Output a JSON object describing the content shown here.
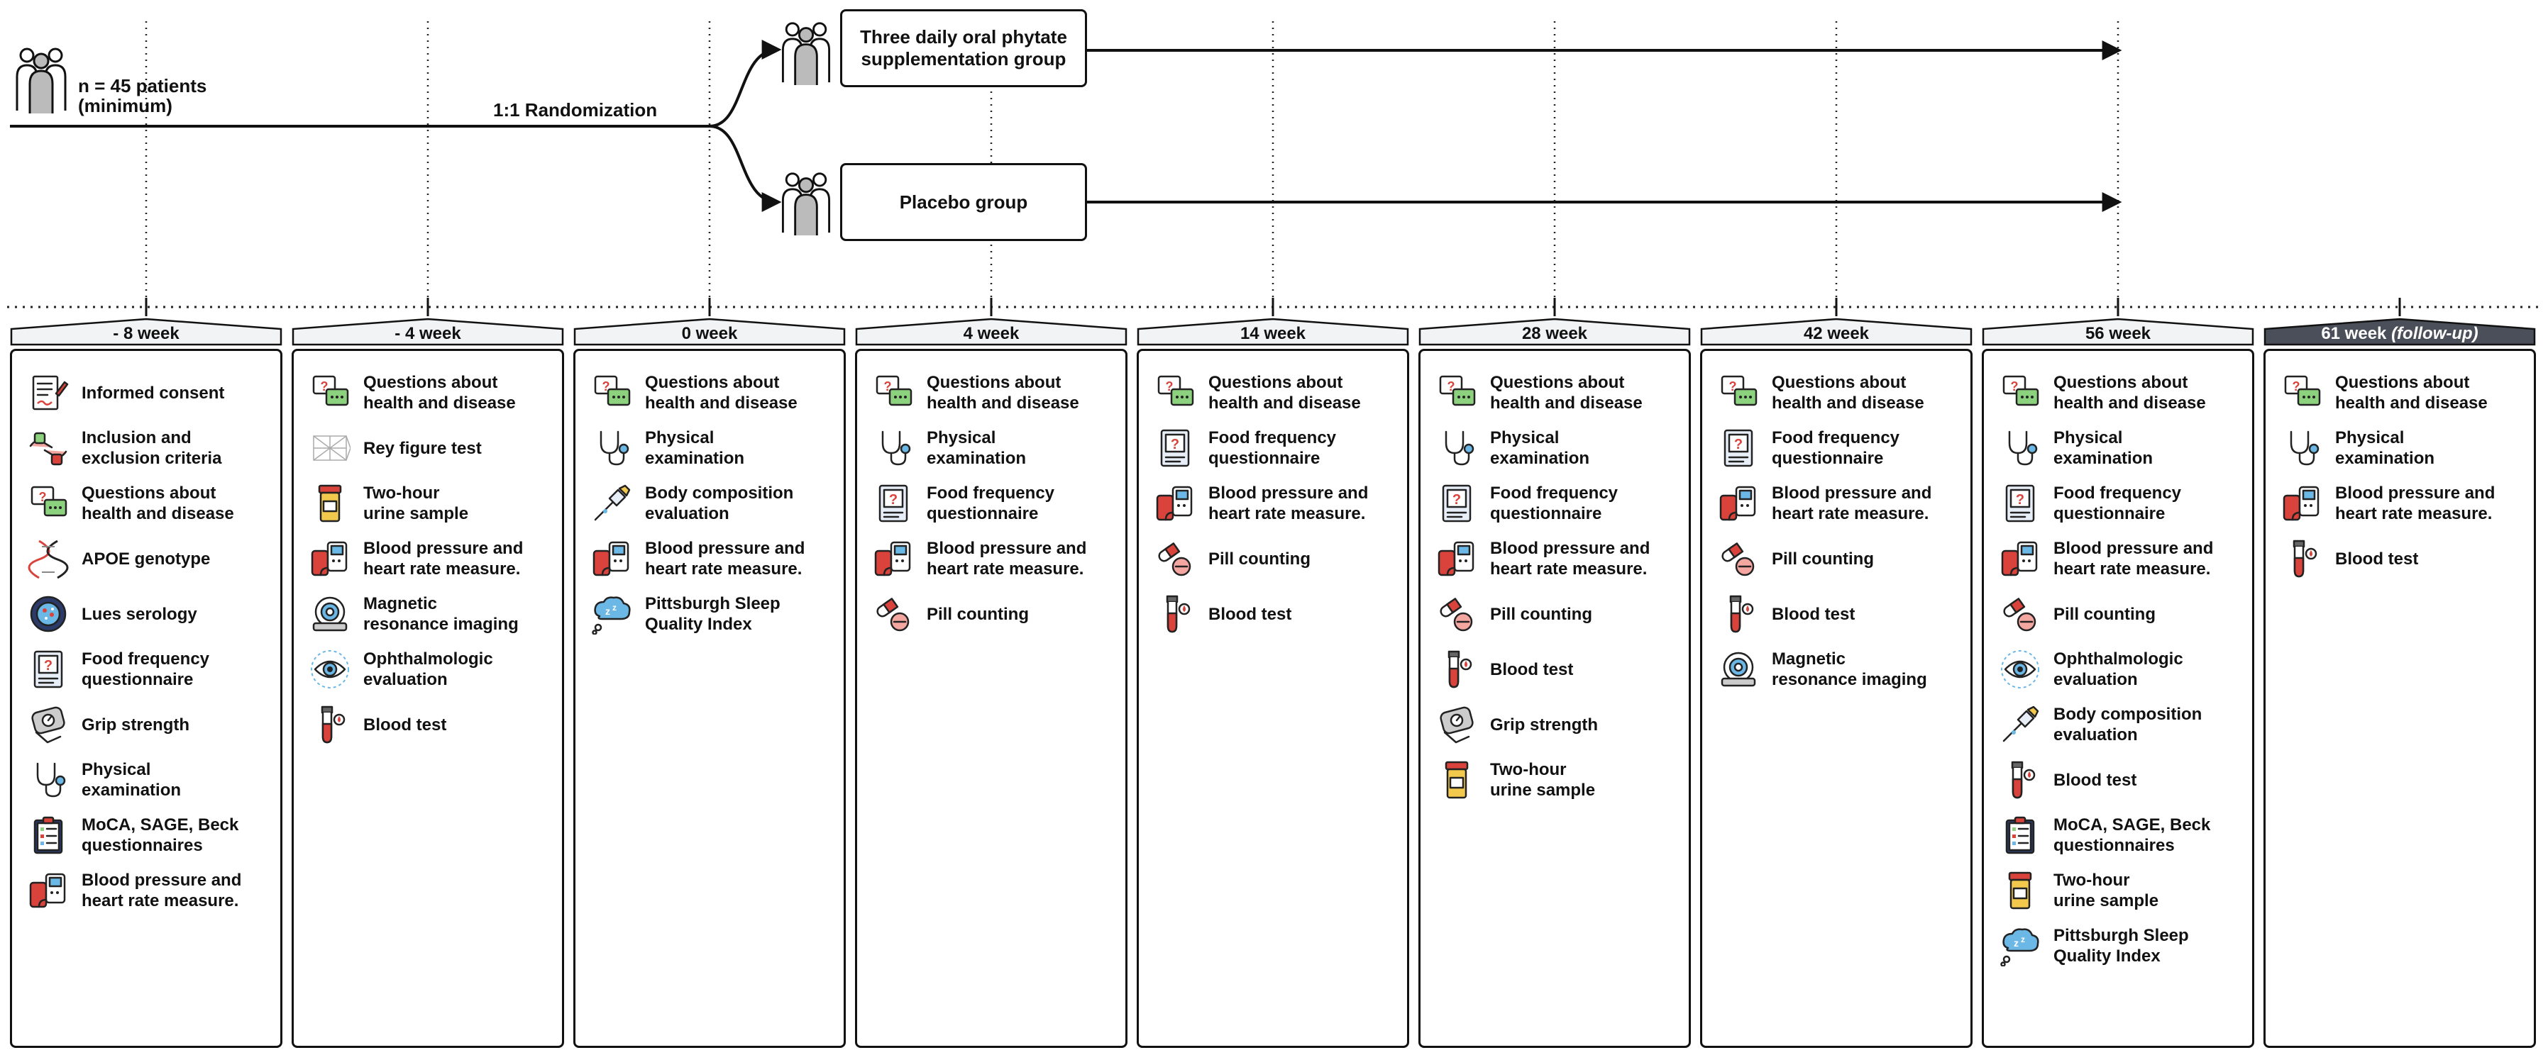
{
  "header": {
    "patients_label": "n =  45  patients",
    "patients_sub": "(minimum)",
    "randomization": "1:1 Randomization",
    "group_a": "Three daily oral phytate\nsupplementation group",
    "group_b": "Placebo group"
  },
  "timepoints": [
    {
      "label": "- 8 week",
      "items": [
        {
          "icon": "consent-icon",
          "label": "Informed consent"
        },
        {
          "icon": "criteria-icon",
          "label": "Inclusion and\nexclusion criteria"
        },
        {
          "icon": "questions-icon",
          "label": "Questions about\nhealth and disease"
        },
        {
          "icon": "dna-icon",
          "label": "APOE genotype"
        },
        {
          "icon": "serology-icon",
          "label": "Lues serology"
        },
        {
          "icon": "food-questionnaire-icon",
          "label": "Food frequency\nquestionnaire"
        },
        {
          "icon": "grip-strength-icon",
          "label": "Grip strength"
        },
        {
          "icon": "stethoscope-icon",
          "label": "Physical\nexamination"
        },
        {
          "icon": "clipboard-icon",
          "label": "MoCA, SAGE, Beck\nquestionnaires"
        },
        {
          "icon": "blood-pressure-icon",
          "label": "Blood pressure and\nheart rate measure."
        }
      ]
    },
    {
      "label": "- 4 week",
      "items": [
        {
          "icon": "questions-icon",
          "label": "Questions about\nhealth and disease"
        },
        {
          "icon": "rey-figure-icon",
          "label": "Rey figure test"
        },
        {
          "icon": "urine-sample-icon",
          "label": "Two-hour\nurine sample"
        },
        {
          "icon": "blood-pressure-icon",
          "label": "Blood pressure and\nheart rate measure."
        },
        {
          "icon": "mri-icon",
          "label": "Magnetic\nresonance imaging"
        },
        {
          "icon": "eye-icon",
          "label": "Ophthalmologic\nevaluation"
        },
        {
          "icon": "blood-tube-icon",
          "label": "Blood test"
        }
      ]
    },
    {
      "label": "0 week",
      "items": [
        {
          "icon": "questions-icon",
          "label": "Questions about\nhealth and disease"
        },
        {
          "icon": "stethoscope-icon",
          "label": "Physical\nexamination"
        },
        {
          "icon": "body-composition-icon",
          "label": "Body composition\nevaluation"
        },
        {
          "icon": "blood-pressure-icon",
          "label": "Blood pressure and\nheart rate measure."
        },
        {
          "icon": "sleep-icon",
          "label": "Pittsburgh Sleep\nQuality Index"
        }
      ]
    },
    {
      "label": "4 week",
      "items": [
        {
          "icon": "questions-icon",
          "label": "Questions about\nhealth and disease"
        },
        {
          "icon": "stethoscope-icon",
          "label": "Physical\nexamination"
        },
        {
          "icon": "food-questionnaire-icon",
          "label": "Food frequency\nquestionnaire"
        },
        {
          "icon": "blood-pressure-icon",
          "label": "Blood pressure and\nheart rate measure."
        },
        {
          "icon": "pills-icon",
          "label": "Pill counting"
        }
      ]
    },
    {
      "label": "14 week",
      "items": [
        {
          "icon": "questions-icon",
          "label": "Questions about\nhealth and disease"
        },
        {
          "icon": "food-questionnaire-icon",
          "label": "Food frequency\nquestionnaire"
        },
        {
          "icon": "blood-pressure-icon",
          "label": "Blood pressure and\nheart rate measure."
        },
        {
          "icon": "pills-icon",
          "label": "Pill counting"
        },
        {
          "icon": "blood-tube-icon",
          "label": "Blood test"
        }
      ]
    },
    {
      "label": "28 week",
      "items": [
        {
          "icon": "questions-icon",
          "label": "Questions about\nhealth and disease"
        },
        {
          "icon": "stethoscope-icon",
          "label": "Physical\nexamination"
        },
        {
          "icon": "food-questionnaire-icon",
          "label": "Food frequency\nquestionnaire"
        },
        {
          "icon": "blood-pressure-icon",
          "label": "Blood pressure and\nheart rate measure."
        },
        {
          "icon": "pills-icon",
          "label": "Pill counting"
        },
        {
          "icon": "blood-tube-icon",
          "label": "Blood test"
        },
        {
          "icon": "grip-strength-icon",
          "label": "Grip strength"
        },
        {
          "icon": "urine-sample-icon",
          "label": "Two-hour\nurine sample"
        }
      ]
    },
    {
      "label": "42 week",
      "items": [
        {
          "icon": "questions-icon",
          "label": "Questions about\nhealth and disease"
        },
        {
          "icon": "food-questionnaire-icon",
          "label": "Food frequency\nquestionnaire"
        },
        {
          "icon": "blood-pressure-icon",
          "label": "Blood pressure and\nheart rate measure."
        },
        {
          "icon": "pills-icon",
          "label": "Pill counting"
        },
        {
          "icon": "blood-tube-icon",
          "label": "Blood test"
        },
        {
          "icon": "mri-icon",
          "label": "Magnetic\nresonance imaging"
        }
      ]
    },
    {
      "label": "56 week",
      "items": [
        {
          "icon": "questions-icon",
          "label": "Questions about\nhealth and disease"
        },
        {
          "icon": "stethoscope-icon",
          "label": "Physical\nexamination"
        },
        {
          "icon": "food-questionnaire-icon",
          "label": "Food frequency\nquestionnaire"
        },
        {
          "icon": "blood-pressure-icon",
          "label": "Blood pressure and\nheart rate measure."
        },
        {
          "icon": "pills-icon",
          "label": "Pill counting"
        },
        {
          "icon": "eye-icon",
          "label": "Ophthalmologic\nevaluation"
        },
        {
          "icon": "body-composition-icon",
          "label": "Body composition\nevaluation"
        },
        {
          "icon": "blood-tube-icon",
          "label": "Blood test"
        },
        {
          "icon": "clipboard-icon",
          "label": "MoCA, SAGE, Beck\nquestionnaires"
        },
        {
          "icon": "urine-sample-icon",
          "label": "Two-hour\nurine sample"
        },
        {
          "icon": "sleep-icon",
          "label": "Pittsburgh Sleep\nQuality Index"
        }
      ]
    },
    {
      "label": "61 week",
      "label_suffix": "(follow-up)",
      "items": [
        {
          "icon": "questions-icon",
          "label": "Questions about\nhealth and disease"
        },
        {
          "icon": "stethoscope-icon",
          "label": "Physical\nexamination"
        },
        {
          "icon": "blood-pressure-icon",
          "label": "Blood pressure and\nheart rate measure."
        },
        {
          "icon": "blood-tube-icon",
          "label": "Blood test"
        }
      ]
    }
  ],
  "colors": {
    "header_fill": "#f2f3f4",
    "followup_fill": "#4a4f59",
    "accent_green": "#8cd17d",
    "accent_red": "#d9433b",
    "accent_blue": "#6bb7e6",
    "accent_yellow": "#f2c94c"
  }
}
